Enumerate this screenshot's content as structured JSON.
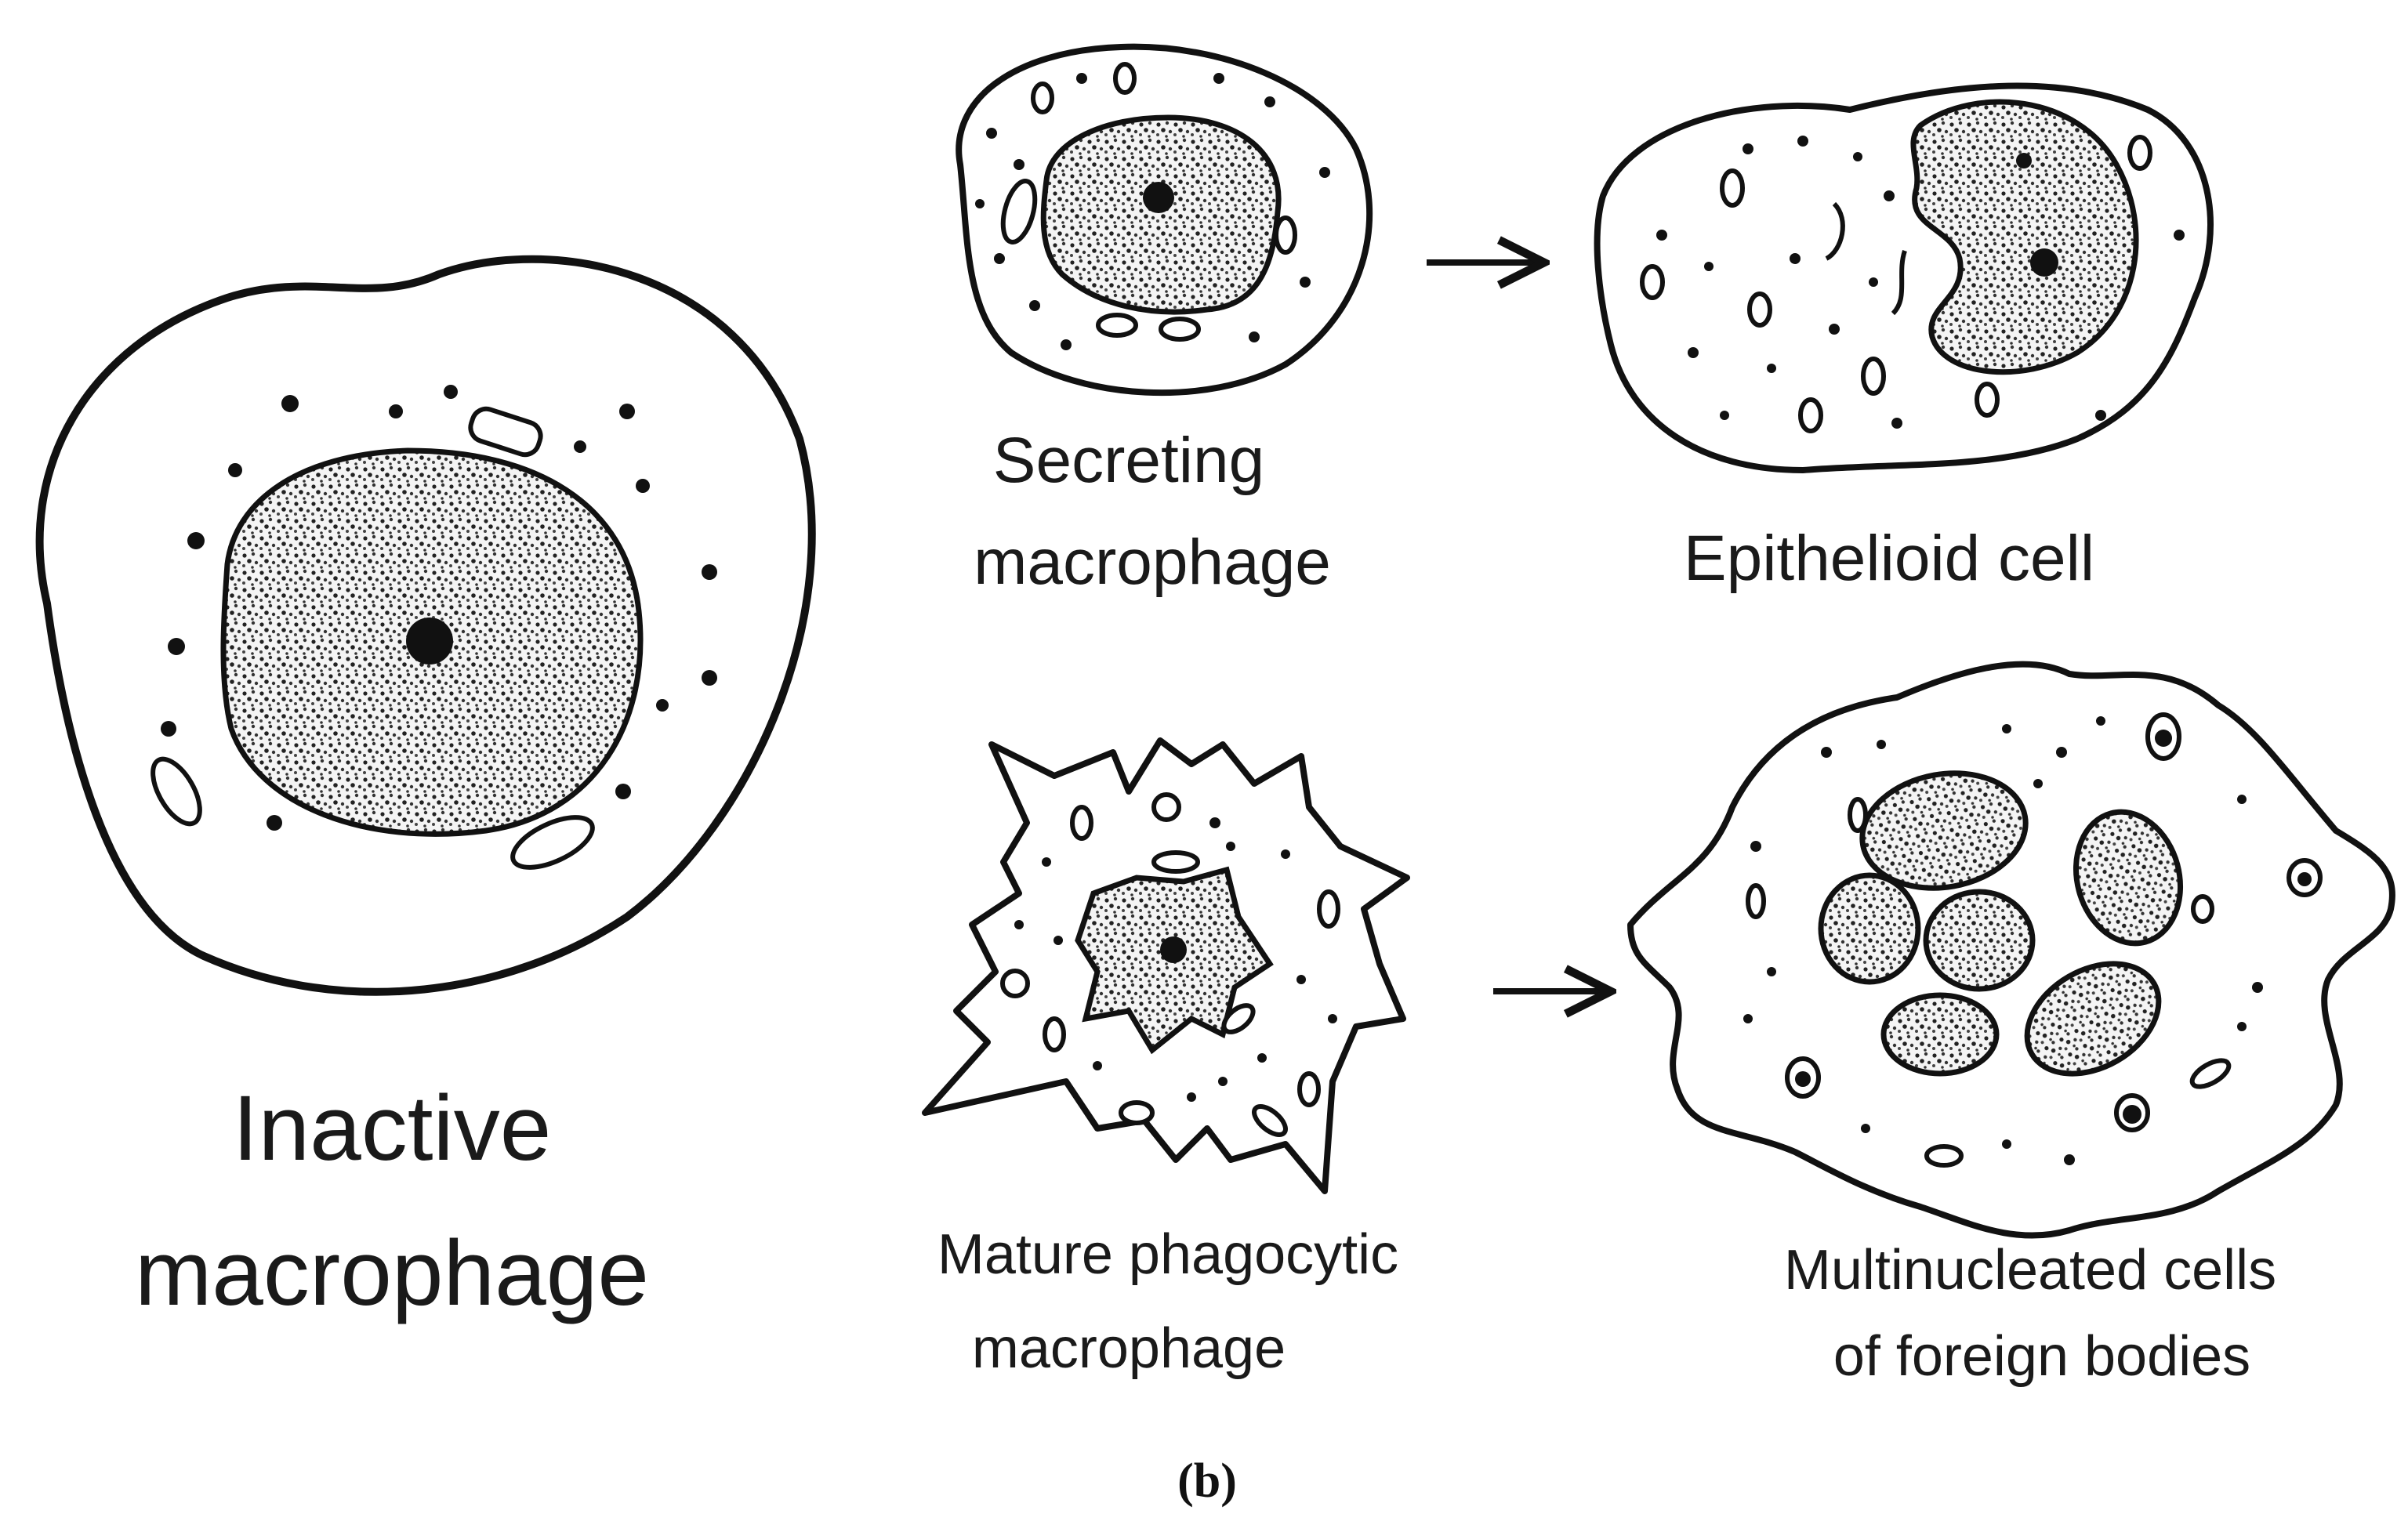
{
  "cells": {
    "inactive": {
      "label_line1": "Inactive",
      "label_line2": "macrophage"
    },
    "secreting": {
      "label_line1": "Secreting",
      "label_line2": "macrophage"
    },
    "epithelioid": {
      "label": "Epithelioid cell"
    },
    "phagocytic": {
      "label_line1": "Mature phagocytic",
      "label_line2": "macrophage"
    },
    "multinucleated": {
      "label_line1": "Multinucleated cells",
      "label_line2": "of foreign bodies"
    }
  },
  "caption": "(b)",
  "colors": {
    "ink": "#111111",
    "background": "#ffffff"
  }
}
